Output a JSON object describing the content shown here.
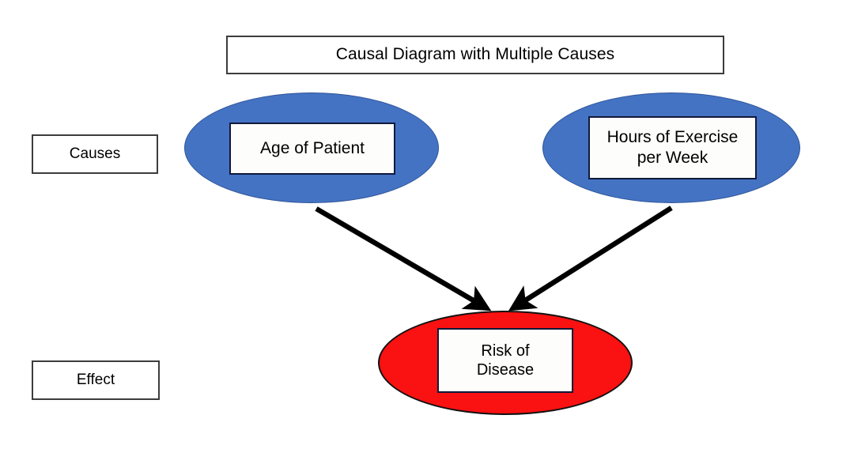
{
  "diagram": {
    "title": "Causal Diagram with Multiple Causes",
    "labels": {
      "causes": "Causes",
      "effect": "Effect"
    },
    "nodes": [
      {
        "id": "age",
        "text": "Age of Patient",
        "role": "cause",
        "shape": "ellipse",
        "fill": "#4473C4"
      },
      {
        "id": "exercise",
        "text": "Hours of Exercise\nper Week",
        "role": "cause",
        "shape": "ellipse",
        "fill": "#4473C4"
      },
      {
        "id": "risk",
        "text": "Risk of\nDisease",
        "role": "effect",
        "shape": "ellipse",
        "fill": "#FA1111"
      }
    ],
    "edges": [
      {
        "id": "age-to-risk",
        "from": "age",
        "to": "risk",
        "style": "solid-arrow",
        "color": "#000000"
      },
      {
        "id": "exercise-to-risk",
        "from": "exercise",
        "to": "risk",
        "style": "solid-arrow",
        "color": "#000000"
      }
    ],
    "colors": {
      "cause_fill": "#4473C4",
      "effect_fill": "#FA1111",
      "box_border": "#10193A",
      "arrow": "#000000",
      "background": "#FFFFFF"
    }
  }
}
